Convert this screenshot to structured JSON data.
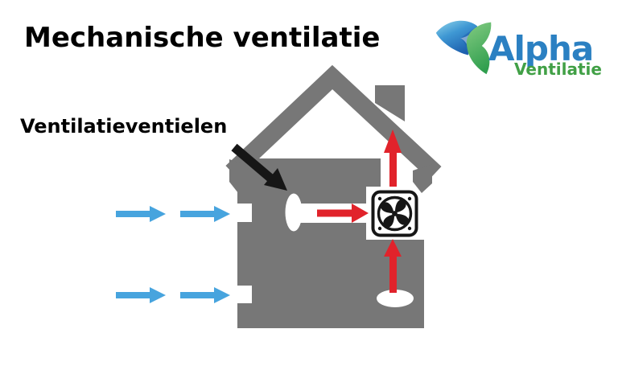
{
  "title": "Mechanische ventilatie",
  "annotation": {
    "label": "Ventilatieventielen"
  },
  "logo": {
    "name": "Alpha",
    "subname": "Ventilatie"
  },
  "colors": {
    "title_black": "#000000",
    "house_gray": "#777777",
    "arrow_red": "#e1232b",
    "arrow_blue": "#47a4de",
    "arrow_black": "#161616",
    "logo_blue": "#2b80c2",
    "logo_green": "#41a046"
  },
  "diagram": {
    "subject": "mechanical ventilation of a house",
    "supply_air_arrows": {
      "color": "blue",
      "count": 4,
      "direction": "right",
      "rows": 2
    },
    "exhaust_air_arrows": {
      "color": "red",
      "count": 3,
      "path": "wall valve to fan, floor valve up to fan, fan up through roof outlet"
    },
    "pointer_arrow": {
      "color": "black",
      "points_to": "ventilation valve (white wall valve)"
    },
    "fan_unit": "square fan box with propeller icon",
    "house": "gray silhouette with roof, chimney outlet and two inlet gaps in left wall"
  }
}
